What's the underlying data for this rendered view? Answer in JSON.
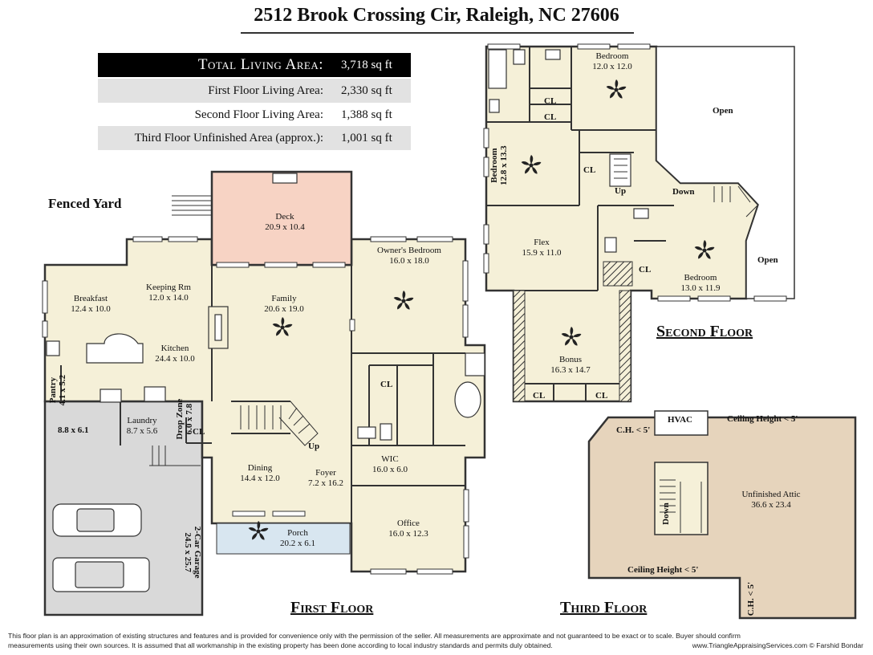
{
  "title": "2512 Brook Crossing Cir, Raleigh, NC 27606",
  "areas": [
    {
      "label": "Total Living Area:",
      "value": "3,718 sq ft"
    },
    {
      "label": "First Floor Living Area:",
      "value": "2,330 sq ft"
    },
    {
      "label": "Second Floor Living Area:",
      "value": "1,388 sq ft"
    },
    {
      "label": "Third Floor Unfinished Area (approx.):",
      "value": "1,001 sq ft"
    }
  ],
  "labels": {
    "fenced_yard": "Fenced Yard",
    "first_floor": "First Floor",
    "second_floor": "Second Floor",
    "third_floor": "Third Floor"
  },
  "first_floor": {
    "deck": {
      "name": "Deck",
      "dim": "20.9 x 10.4"
    },
    "owners_bedroom": {
      "name": "Owner's Bedroom",
      "dim": "16.0 x 18.0"
    },
    "breakfast": {
      "name": "Breakfast",
      "dim": "12.4 x 10.0"
    },
    "keeping": {
      "name": "Keeping Rm",
      "dim": "12.0 x 14.0"
    },
    "family": {
      "name": "Family",
      "dim": "20.6 x 19.0"
    },
    "kitchen": {
      "name": "Kitchen",
      "dim": "24.4 x 10.0"
    },
    "pantry": {
      "name": "Pantry",
      "dim": "4.1 x 5.2"
    },
    "laundry": {
      "name": "Laundry",
      "dim": "8.7 x 5.6"
    },
    "drop_zone": {
      "name": "Drop Zone",
      "dim": "6.0 x 7.8"
    },
    "garage_room": {
      "dim": "8.8 x 6.1"
    },
    "garage": {
      "name": "2-Car Garage",
      "dim": "24.5 x 25.7"
    },
    "dining": {
      "name": "Dining",
      "dim": "14.4 x 12.0"
    },
    "foyer": {
      "name": "Foyer",
      "dim": "7.2 x 16.2"
    },
    "wic": {
      "name": "WIC",
      "dim": "16.0 x 6.0"
    },
    "office": {
      "name": "Office",
      "dim": "16.0 x 12.3"
    },
    "porch": {
      "name": "Porch",
      "dim": "20.2 x 6.1"
    },
    "cl1": "CL",
    "cl2": "CL",
    "up": "Up"
  },
  "second_floor": {
    "bedroom_top": {
      "name": "Bedroom",
      "dim": "12.0 x 12.0"
    },
    "bedroom_left": {
      "name": "Bedroom",
      "dim": "12.8 x 13.3"
    },
    "flex": {
      "name": "Flex",
      "dim": "15.9 x 11.0"
    },
    "bedroom_right": {
      "name": "Bedroom",
      "dim": "13.0 x 11.9"
    },
    "bonus": {
      "name": "Bonus",
      "dim": "16.3 x 14.7"
    },
    "open_top": "Open",
    "open_right": "Open",
    "cl_a": "CL",
    "cl_b": "CL",
    "cl_c": "CL",
    "cl_d": "CL",
    "cl_e": "CL",
    "cl_f": "CL",
    "up": "Up",
    "down": "Down"
  },
  "third_floor": {
    "attic": {
      "name": "Unfinished Attic",
      "dim": "36.6 x 23.4"
    },
    "hvac": "HVAC",
    "ch_top_left": "C.H. < 5'",
    "ch_top_right": "Ceiling Height < 5'",
    "ch_bottom": "Ceiling Height < 5'",
    "ch_bottom_right": "C.H. < 5'",
    "down": "Down"
  },
  "disclaimer": {
    "line1": "This floor plan is an approximation of existing structures and features and is provided for convenience only with the permission of the seller.  All measurements are approximate and not guaranteed to be exact or to scale.  Buyer should confirm",
    "line2": "measurements using their own sources.  It is assumed that all workmanship in the existing property has been done according to local industry standards and permits duly obtained.",
    "credit": "www.TriangleAppraisingServices.com    © Farshid Bondar"
  },
  "colors": {
    "floor_fill": "#f5f0d8",
    "deck_fill": "#f7d3c4",
    "porch_fill": "#d8e6f0",
    "garage_fill": "#d9d9d9",
    "attic_fill": "#e6d4bc",
    "wall": "#333333"
  }
}
